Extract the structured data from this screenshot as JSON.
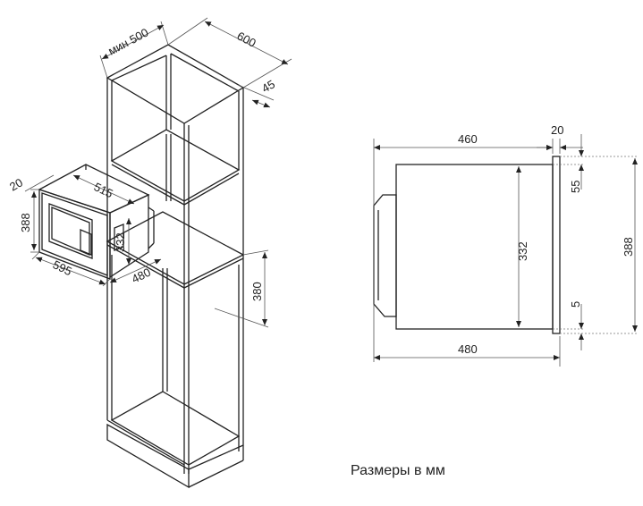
{
  "caption": "Размеры в мм",
  "isometric": {
    "cabinet_depth": "мин 500",
    "cabinet_width": "600",
    "cabinet_gap": "45",
    "opening_height": "380",
    "oven_depth_side": "20",
    "oven_width": "515",
    "oven_frame_height": "388",
    "oven_body_height": "332",
    "oven_frame_width": "595",
    "oven_total_depth": "480"
  },
  "side_view": {
    "body_depth": "460",
    "frame_thickness": "20",
    "top_offset": "55",
    "body_height": "332",
    "frame_height": "388",
    "bottom_offset": "5",
    "total_depth": "480"
  }
}
